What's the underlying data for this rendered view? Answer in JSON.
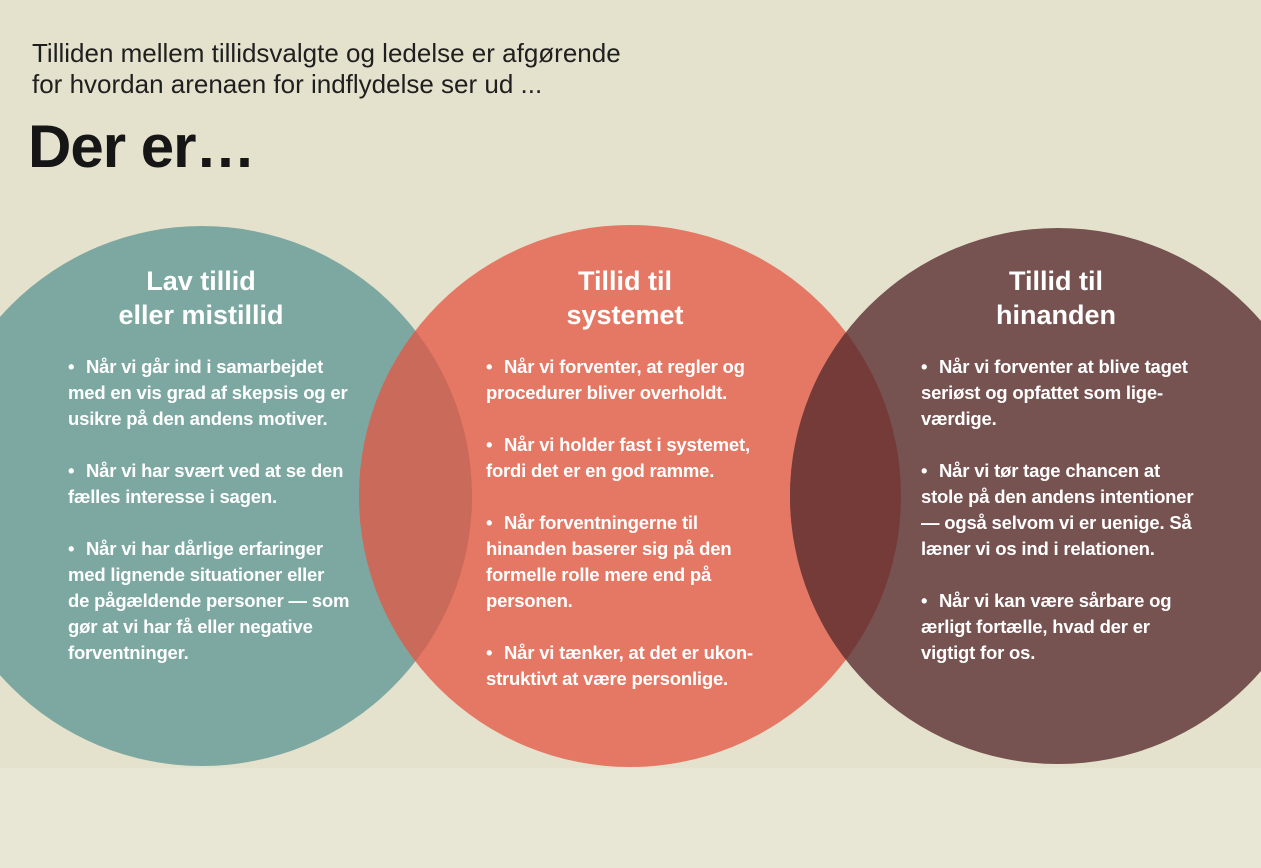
{
  "intro": {
    "line1": "Tilliden mellem tillidsvalgte og ledelse er afgørende",
    "line2": "for hvordan arenaen for indflydelse ser ud ..."
  },
  "headline": "Der er…",
  "colors": {
    "background": "#e4e2cc",
    "teal": "#7ca8a1",
    "coral": "#e47864",
    "brown": "#765250",
    "overlap_left": "#c96a5a",
    "overlap_right": "#743b39",
    "text": "#ffffff"
  },
  "circles": [
    {
      "title_line1": "Lav tillid",
      "title_line2": "eller mistillid",
      "items": [
        [
          "Når vi går ind i samarbejdet",
          "med en vis grad af skepsis og er",
          "usikre på den andens motiver."
        ],
        [
          "Når vi har svært ved at se den",
          "fælles interesse i sagen."
        ],
        [
          "Når vi har dårlige erfaringer",
          "med lignende situationer eller",
          "de pågældende personer — som",
          "gør at vi har få eller negative",
          "forventninger."
        ]
      ]
    },
    {
      "title_line1": "Tillid til",
      "title_line2": "systemet",
      "items": [
        [
          "Når vi forventer, at regler og",
          "procedurer bliver overholdt."
        ],
        [
          "Når vi holder fast i systemet,",
          "fordi det er en god ramme."
        ],
        [
          "Når forventningerne til",
          "hinanden baserer sig på den",
          "formelle rolle mere end på",
          "personen."
        ],
        [
          "Når vi tænker, at det er ukon-",
          "struktivt at være personlige."
        ]
      ]
    },
    {
      "title_line1": "Tillid til",
      "title_line2": "hinanden",
      "items": [
        [
          "Når vi forventer at blive taget",
          "seriøst og opfattet som lige-",
          "værdige."
        ],
        [
          "Når vi tør tage chancen at",
          "stole på den andens intentioner",
          "— også selvom vi er uenige. Så",
          "læner vi os ind i relationen."
        ],
        [
          "Når vi kan være sårbare og",
          "ærligt  fortælle, hvad der er",
          "vigtigt for os."
        ]
      ]
    }
  ]
}
